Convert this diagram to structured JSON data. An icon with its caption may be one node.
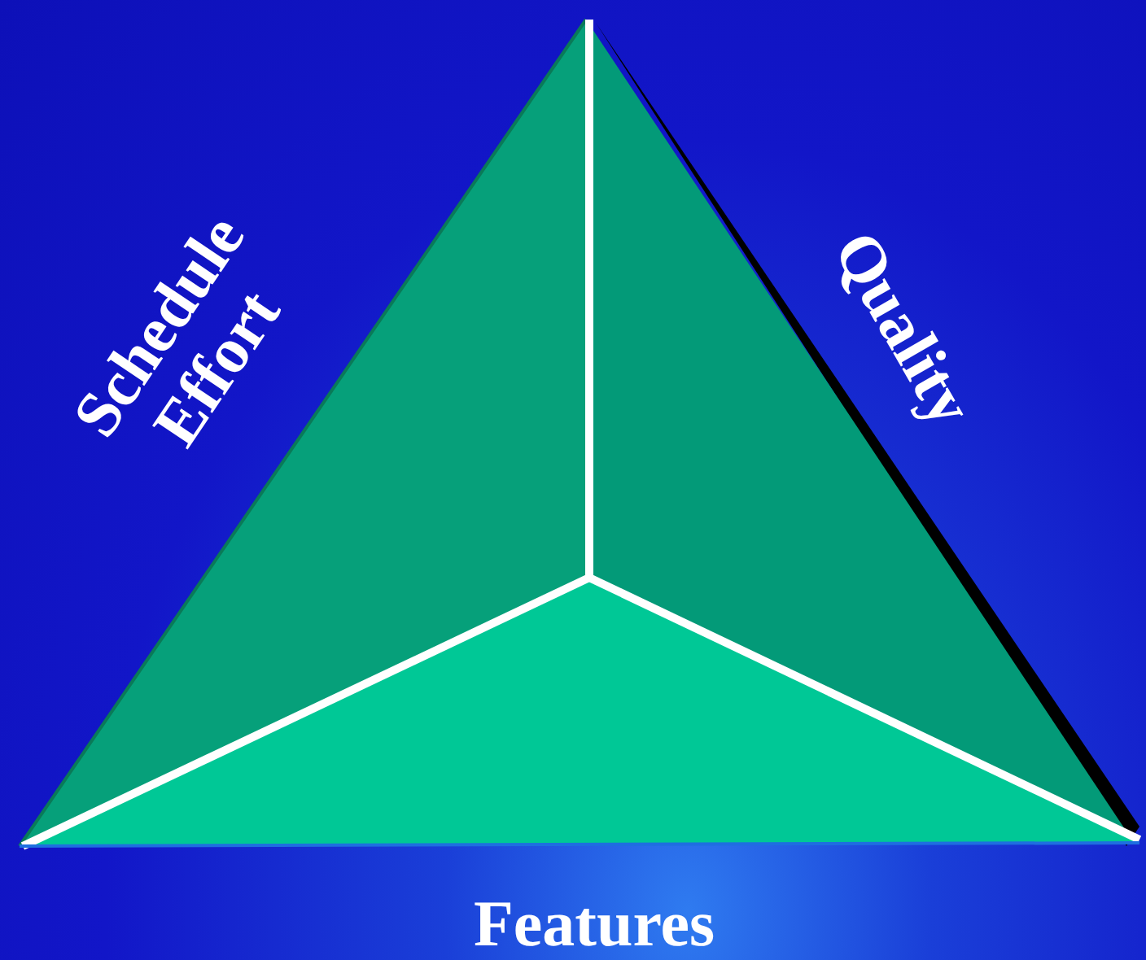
{
  "diagram": {
    "labels": [
      "Schedule Effort",
      "Quality",
      "Features"
    ]
  }
}
